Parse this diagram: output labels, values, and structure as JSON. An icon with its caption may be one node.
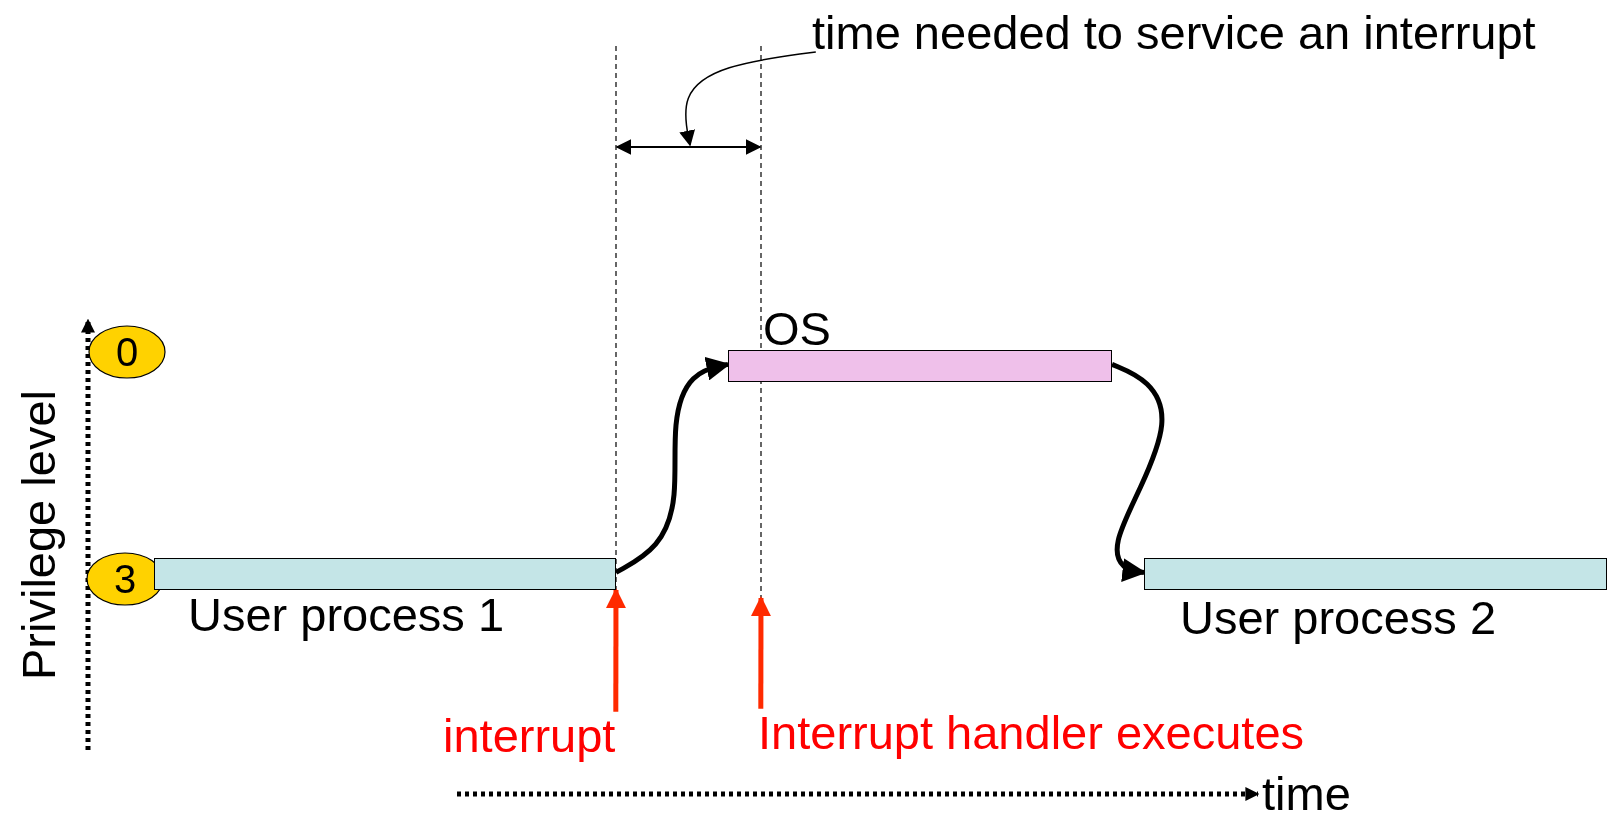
{
  "diagram": {
    "nodes": [
      {
        "text": [
          "0"
        ]
      },
      {
        "text": [
          "3"
        ]
      },
      {
        "text": [
          "OS"
        ]
      },
      {
        "text": [
          "User process 1"
        ]
      },
      {
        "text": [
          "User process 2"
        ]
      },
      {
        "text": [
          "time needed to service an interrupt"
        ]
      },
      {
        "text": [
          "interrupt"
        ]
      },
      {
        "text": [
          "Interrupt handler executes"
        ]
      }
    ],
    "edges": [
      {
        "from": 3,
        "to": 2,
        "arrow": "to"
      },
      {
        "from": 2,
        "to": 4,
        "arrow": "to"
      },
      {
        "from": 5,
        "to": null,
        "arrow": "to"
      },
      {
        "from": 6,
        "to": 3,
        "arrow": "to",
        "color": "#ff2a00"
      },
      {
        "from": 7,
        "to": null,
        "arrow": "to",
        "color": "#ff2a00"
      }
    ],
    "labels": [
      "Privilege level",
      "time"
    ]
  }
}
